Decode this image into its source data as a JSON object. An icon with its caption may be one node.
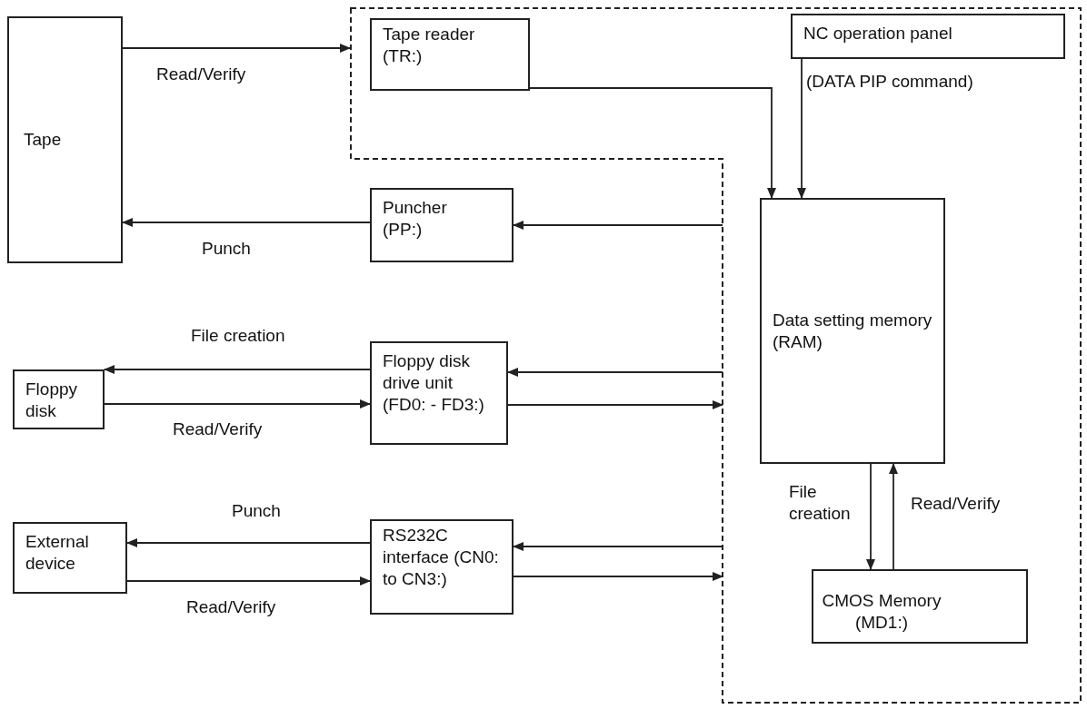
{
  "diagram": {
    "nodes": [
      {
        "text": [
          "Tape"
        ]
      },
      {
        "text": [],
        "shape": "box"
      },
      {
        "text": [
          "Tape reader (TR:)"
        ],
        "in": 1
      },
      {
        "text": [
          "NC operation panel"
        ],
        "in": 1
      },
      {
        "text": [
          "Puncher (PP:)"
        ]
      },
      {
        "text": [
          "Data setting memory (RAM)"
        ],
        "in": 1
      },
      {
        "text": [
          "Floppy disk"
        ]
      },
      {
        "text": [
          "Floppy disk drive unit (FD0: - FD3:)"
        ]
      },
      {
        "text": [
          "External device"
        ]
      },
      {
        "text": [
          "RS232C interface (CN0: to CN3:)"
        ]
      },
      {
        "text": [
          "CMOS Memory (MD1:)"
        ],
        "in": 1
      }
    ],
    "edges": [
      {
        "from": 0,
        "to": 1,
        "arrow": "to",
        "label": "Read/Verify"
      },
      {
        "from": 2,
        "to": 5,
        "arrow": "to"
      },
      {
        "from": 3,
        "to": 5,
        "arrow": "to",
        "label": "(DATA PIP command)"
      },
      {
        "from": 1,
        "to": 4,
        "arrow": "to"
      },
      {
        "from": 4,
        "to": 0,
        "arrow": "to",
        "label": "Punch"
      },
      {
        "from": 7,
        "to": 6,
        "arrow": "to",
        "label": "File creation"
      },
      {
        "from": 6,
        "to": 7,
        "arrow": "to",
        "label": "Read/Verify"
      },
      {
        "from": 1,
        "to": 7,
        "arrow": "to"
      },
      {
        "from": 7,
        "to": 1,
        "arrow": "to"
      },
      {
        "from": 9,
        "to": 8,
        "arrow": "to",
        "label": "Punch"
      },
      {
        "from": 8,
        "to": 9,
        "arrow": "to",
        "label": "Read/Verify"
      },
      {
        "from": 1,
        "to": 9,
        "arrow": "to"
      },
      {
        "from": 9,
        "to": 1,
        "arrow": "to"
      },
      {
        "from": 5,
        "to": 10,
        "arrow": "to",
        "label": "File creation"
      },
      {
        "from": 10,
        "to": 5,
        "arrow": "to",
        "label": "Read/Verify"
      }
    ]
  }
}
